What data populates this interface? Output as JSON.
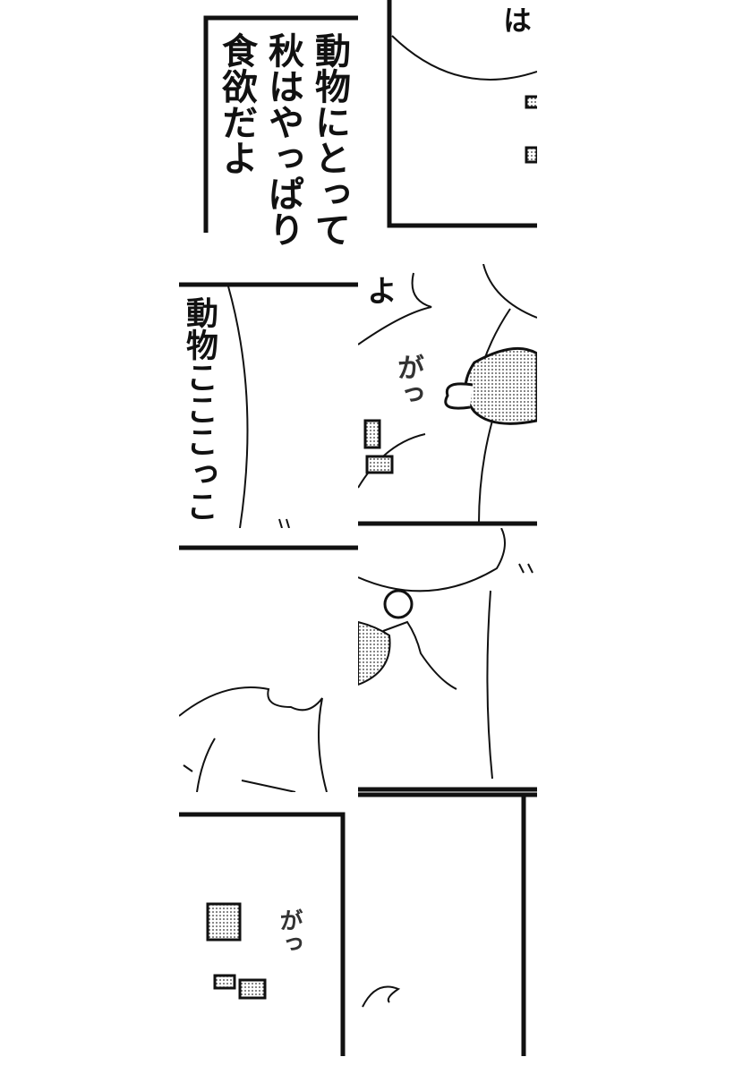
{
  "narration": {
    "line1": "動物にとって",
    "line2": "秋はやっぱり",
    "line3": "食欲だよ"
  },
  "fragments": {
    "top_right_char": "は",
    "bubble_char": "よ",
    "side_column": "動物こここっこ"
  },
  "sfx": {
    "gatsu_1": "がっ",
    "gatsu_2": "がっ"
  },
  "colors": {
    "ink": "#111111",
    "paper": "#ffffff",
    "tone": "#bbbbbb"
  }
}
